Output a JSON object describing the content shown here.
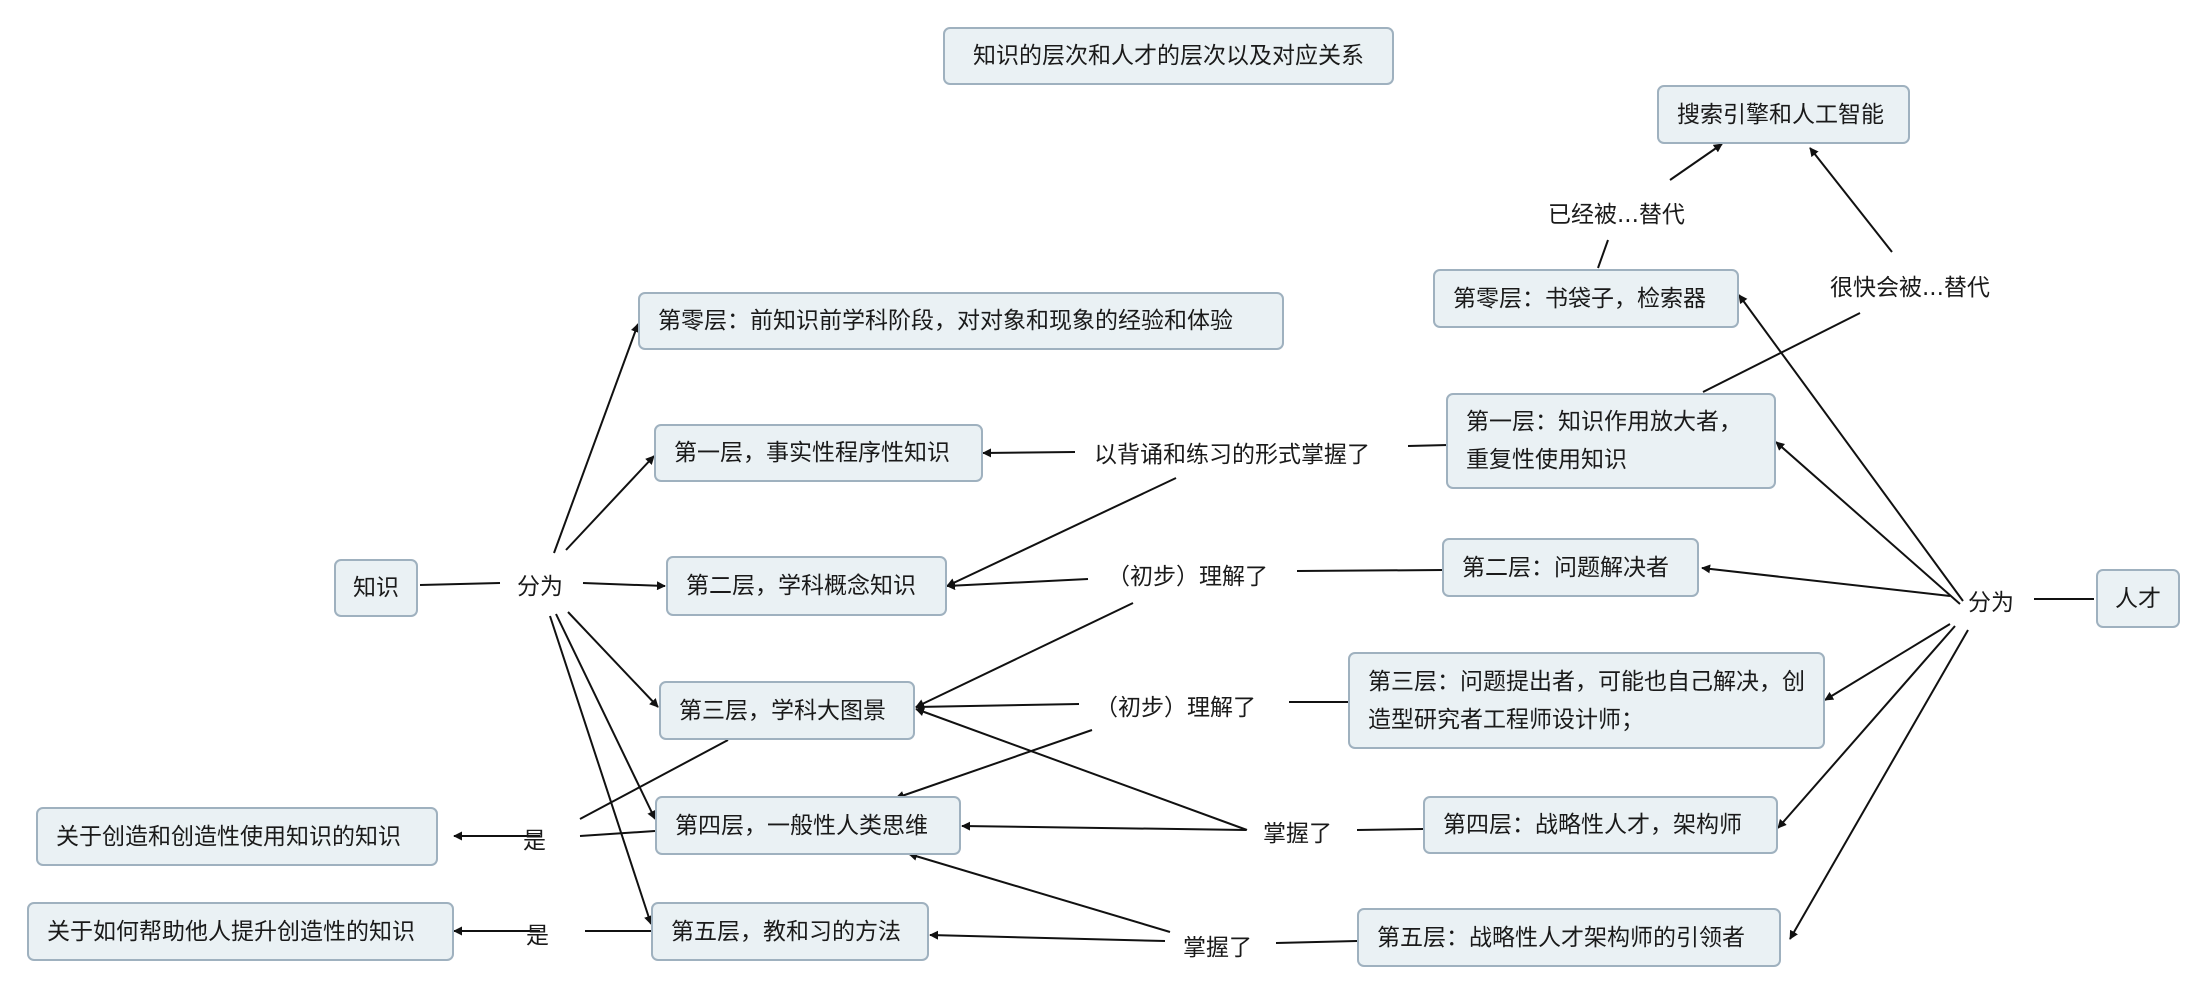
{
  "title": "知识的层次和人才的层次以及对应关系",
  "knowledge": {
    "root": "知识",
    "divide": "分为",
    "levels": [
      "第零层：前知识前学科阶段，对对象和现象的经验和体验",
      "第一层，事实性程序性知识",
      "第二层，学科概念知识",
      "第三层，学科大图景",
      "第四层，一般性人类思维",
      "第五层，教和习的方法"
    ],
    "is_label": "是",
    "meta_creative": "关于创造和创造性使用知识的知识",
    "meta_help": "关于如何帮助他人提升创造性的知识"
  },
  "talent": {
    "root": "人才",
    "divide": "分为",
    "levels": [
      "第零层：书袋子，检索器",
      "第一层：知识作用放大者，重复性使用知识",
      "第二层：问题解决者",
      "第三层：问题提出者，可能也自己解决，创造型研究者工程师设计师；",
      "第四层：战略性人才，架构师",
      "第五层：战略性人才架构师的引领者"
    ]
  },
  "relations": {
    "recite": "以背诵和练习的形式掌握了",
    "understand_1": "（初步）理解了",
    "understand_2": "（初步）理解了",
    "master_1": "掌握了",
    "master_2": "掌握了",
    "replaced": "已经被...替代",
    "soon_replaced": "很快会被...替代"
  },
  "search_ai": "搜索引擎和人工智能"
}
